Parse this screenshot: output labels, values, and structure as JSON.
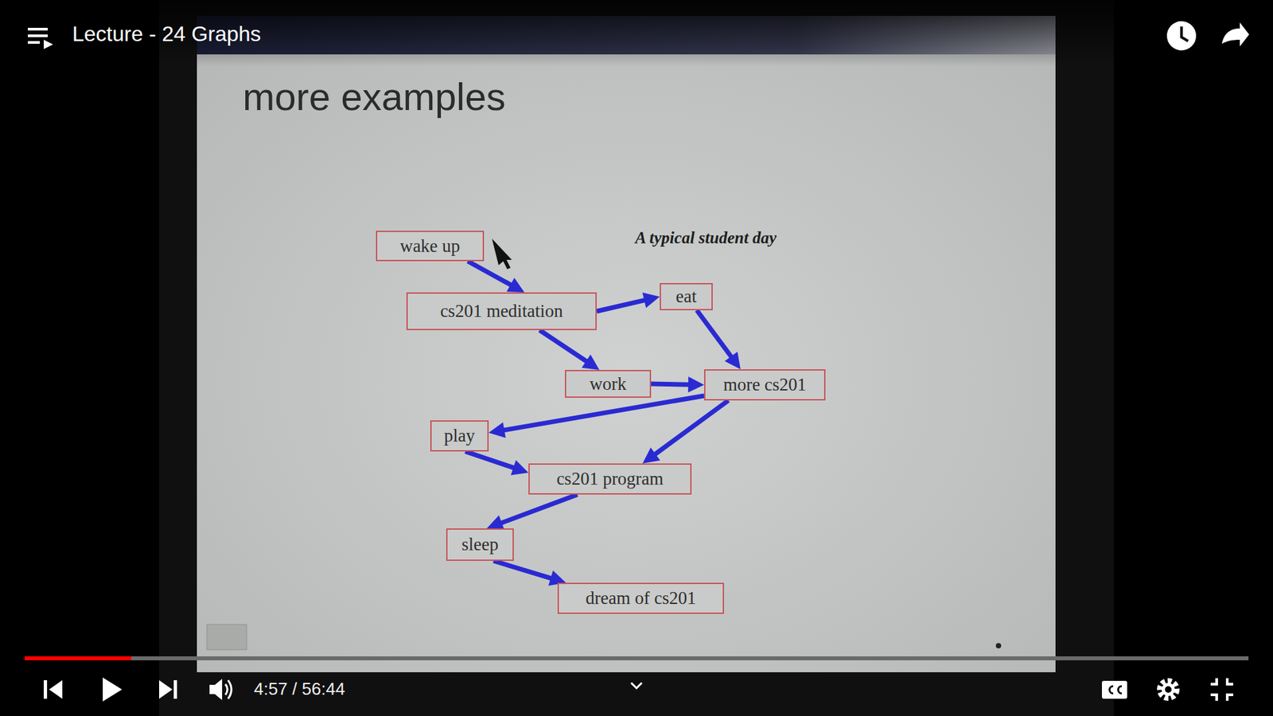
{
  "diagram": {
    "title": "more examples",
    "nodes": [
      {
        "text": [
          "wake up"
        ]
      },
      {
        "text": [
          "cs201 meditation"
        ]
      },
      {
        "text": [
          "eat"
        ]
      },
      {
        "text": [
          "work"
        ]
      },
      {
        "text": [
          "more cs201"
        ]
      },
      {
        "text": [
          "play"
        ]
      },
      {
        "text": [
          "cs201 program"
        ]
      },
      {
        "text": [
          "sleep"
        ]
      },
      {
        "text": [
          "dream of cs201"
        ]
      }
    ],
    "edges": [
      {
        "from": 0,
        "to": 1,
        "arrow": "to"
      },
      {
        "from": 1,
        "to": 2,
        "arrow": "to"
      },
      {
        "from": 1,
        "to": 3,
        "arrow": "to"
      },
      {
        "from": 2,
        "to": 4,
        "arrow": "to"
      },
      {
        "from": 3,
        "to": 4,
        "arrow": "to"
      },
      {
        "from": 4,
        "to": 5,
        "arrow": "to"
      },
      {
        "from": 4,
        "to": 6,
        "arrow": "to"
      },
      {
        "from": 5,
        "to": 6,
        "arrow": "to"
      },
      {
        "from": 6,
        "to": 7,
        "arrow": "to"
      },
      {
        "from": 7,
        "to": 8,
        "arrow": "to"
      }
    ],
    "labels": [
      "Lecture - 24 Graphs",
      "A typical student day",
      "4:57 / 56:44"
    ]
  }
}
